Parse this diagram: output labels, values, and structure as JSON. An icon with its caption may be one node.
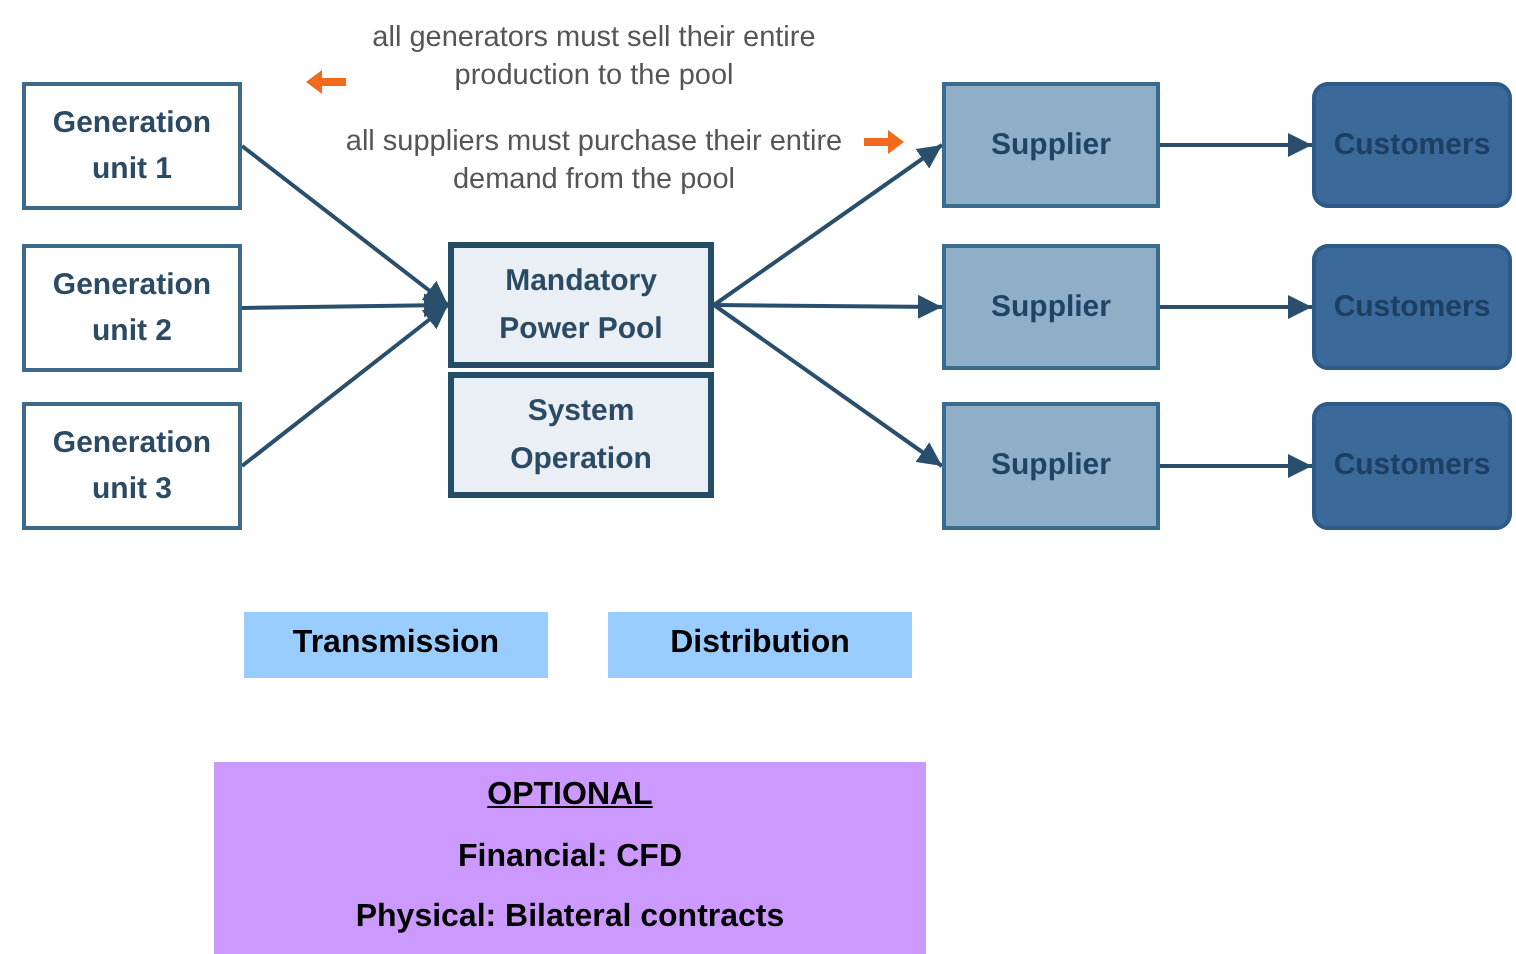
{
  "diagram": {
    "nodes": [
      {
        "text": [
          "Generation unit 1"
        ]
      },
      {
        "text": [
          "Generation unit 2"
        ]
      },
      {
        "text": [
          "Generation unit 3"
        ]
      },
      {
        "text": [
          "Mandatory Power Pool"
        ]
      },
      {
        "text": [
          "System Operation"
        ]
      },
      {
        "text": [
          "Supplier"
        ]
      },
      {
        "text": [
          "Supplier"
        ]
      },
      {
        "text": [
          "Supplier"
        ]
      },
      {
        "text": [
          "Customers"
        ]
      },
      {
        "text": [
          "Customers"
        ]
      },
      {
        "text": [
          "Customers"
        ]
      },
      {
        "text": [
          "Transmission"
        ]
      },
      {
        "text": [
          "Distribution"
        ]
      },
      {
        "text": [
          "OPTIONAL",
          "Financial: CFD",
          "Physical: Bilateral contracts"
        ]
      }
    ],
    "edges": [
      {
        "from": 0,
        "to": 3,
        "arrow": "to"
      },
      {
        "from": 1,
        "to": 3,
        "arrow": "to"
      },
      {
        "from": 2,
        "to": 3,
        "arrow": "to"
      },
      {
        "from": 3,
        "to": 5,
        "arrow": "to"
      },
      {
        "from": 3,
        "to": 6,
        "arrow": "to"
      },
      {
        "from": 3,
        "to": 7,
        "arrow": "to"
      },
      {
        "from": 5,
        "to": 8,
        "arrow": "to"
      },
      {
        "from": 6,
        "to": 9,
        "arrow": "to"
      },
      {
        "from": 7,
        "to": 10,
        "arrow": "to"
      }
    ],
    "labels": [
      "all generators must sell their entire production to the pool",
      "all suppliers must purchase their entire demand from the pool"
    ]
  }
}
